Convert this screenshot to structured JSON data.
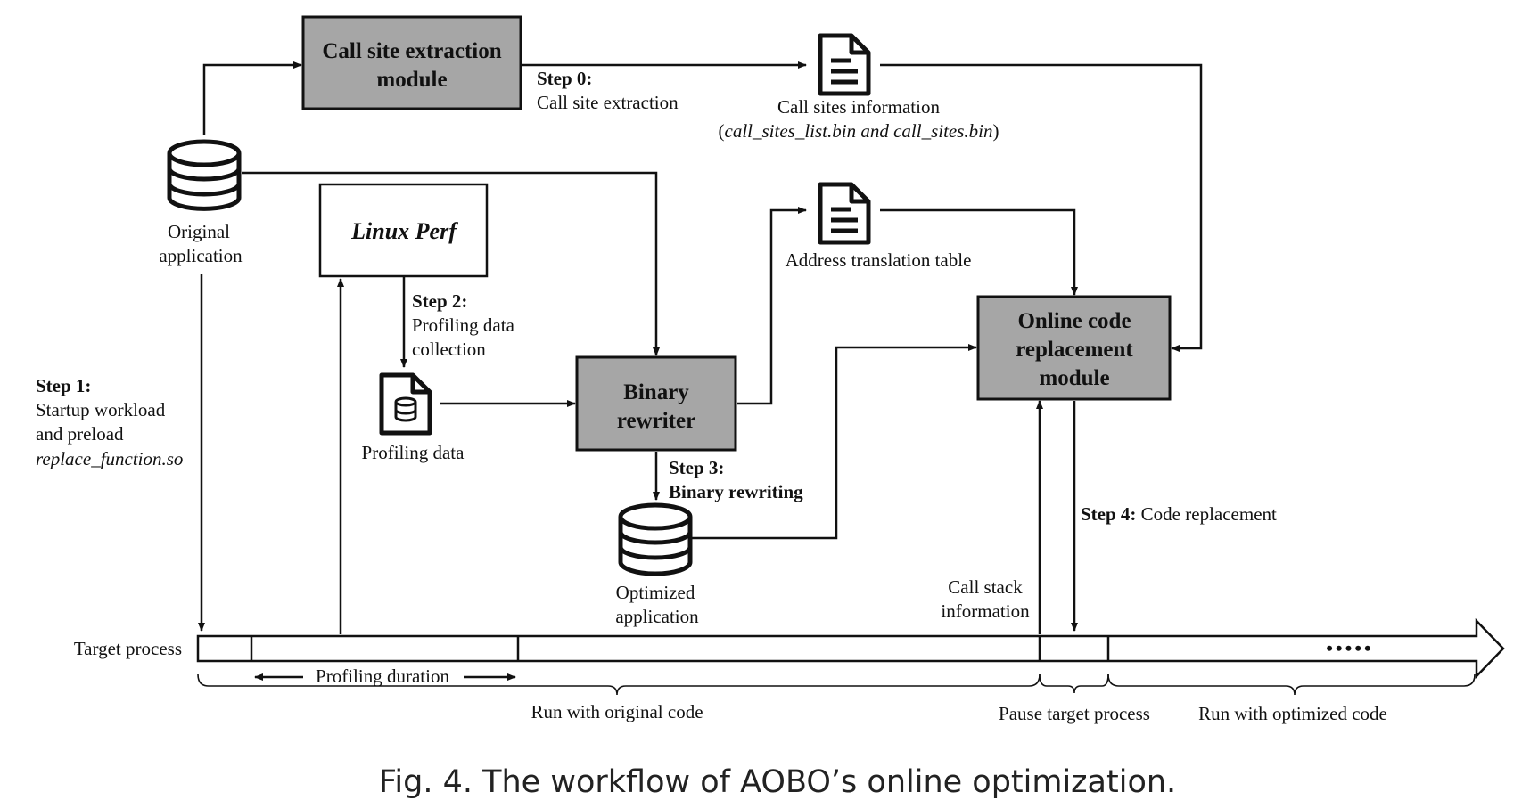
{
  "modules": {
    "call_site_extraction": [
      "Call site extraction",
      "module"
    ],
    "linux_perf": "Linux Perf",
    "binary_rewriter": [
      "Binary",
      "rewriter"
    ],
    "online_code_replacement": [
      "Online code",
      "replacement",
      "module"
    ]
  },
  "data_items": {
    "original_application": [
      "Original",
      "application"
    ],
    "optimized_application": [
      "Optimized",
      "application"
    ],
    "profiling_data": "Profiling data",
    "call_sites_information": "Call sites information",
    "call_sites_files": "call_sites_list.bin and call_sites.bin",
    "address_translation_table": "Address translation table",
    "call_stack_information": [
      "Call stack",
      "information"
    ]
  },
  "steps": {
    "step0": {
      "label": "Step 0:",
      "text": "Call site extraction"
    },
    "step1": {
      "label": "Step 1:",
      "text": [
        "Startup workload",
        "and preload"
      ],
      "file": "replace_function.so"
    },
    "step2": {
      "label": "Step 2:",
      "text": [
        "Profiling data",
        "collection"
      ]
    },
    "step3": {
      "label": "Step 3:",
      "text": "Binary rewriting"
    },
    "step4": {
      "label": "Step 4:",
      "text": "Code replacement"
    }
  },
  "timeline": {
    "label": "Target process",
    "profiling_duration": "Profiling duration",
    "run_original": "Run with original code",
    "pause": "Pause target process",
    "run_optimized": "Run with optimized code",
    "ellipsis": "•••••"
  },
  "caption": "Fig. 4.  The workflow of AOBO’s online optimization.",
  "colors": {
    "module_fill": "#a6a6a6",
    "stroke": "#111111",
    "background": "#ffffff"
  }
}
